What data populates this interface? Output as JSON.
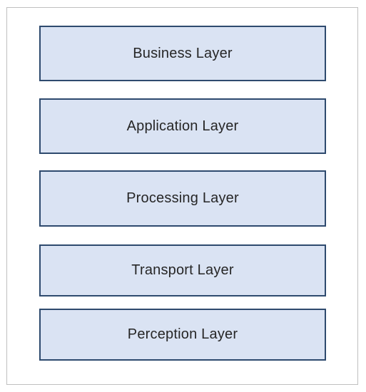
{
  "diagram": {
    "layers": [
      {
        "label": "Business Layer"
      },
      {
        "label": "Application Layer"
      },
      {
        "label": "Processing Layer"
      },
      {
        "label": "Transport Layer"
      },
      {
        "label": "Perception Layer"
      }
    ]
  }
}
